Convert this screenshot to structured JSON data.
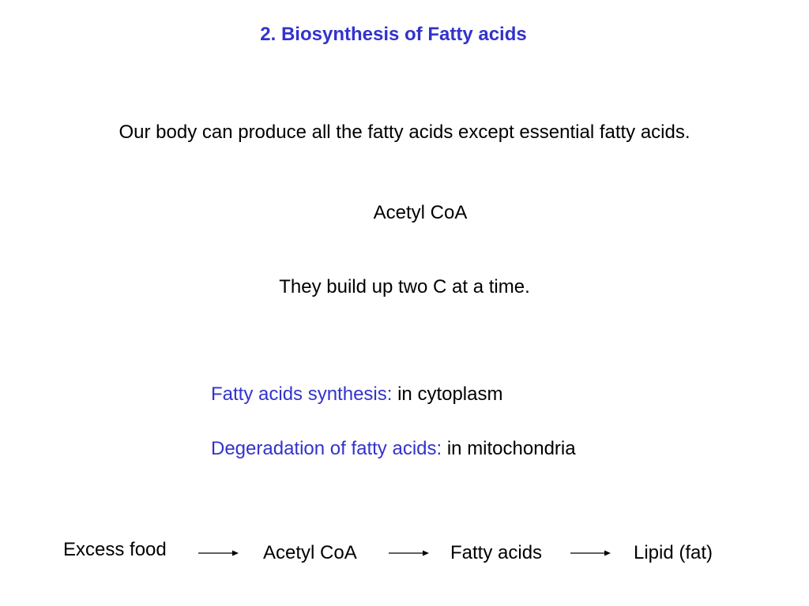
{
  "slide": {
    "title": "2. Biosynthesis of Fatty acids",
    "intro": "Our body can produce all the fatty acids except essential fatty acids.",
    "acetyl": "Acetyl CoA",
    "build": "They build up two C at a time.",
    "locations": [
      {
        "label": "Fatty acids synthesis:",
        "value": " in cytoplasm"
      },
      {
        "label": "Degeradation of fatty acids:",
        "value": " in mitochondria"
      }
    ],
    "flow": [
      "Excess food",
      "Acetyl CoA",
      "Fatty acids",
      "Lipid (fat)"
    ]
  },
  "colors": {
    "accent": "#3333cc",
    "text": "#000000",
    "background": "#ffffff"
  }
}
